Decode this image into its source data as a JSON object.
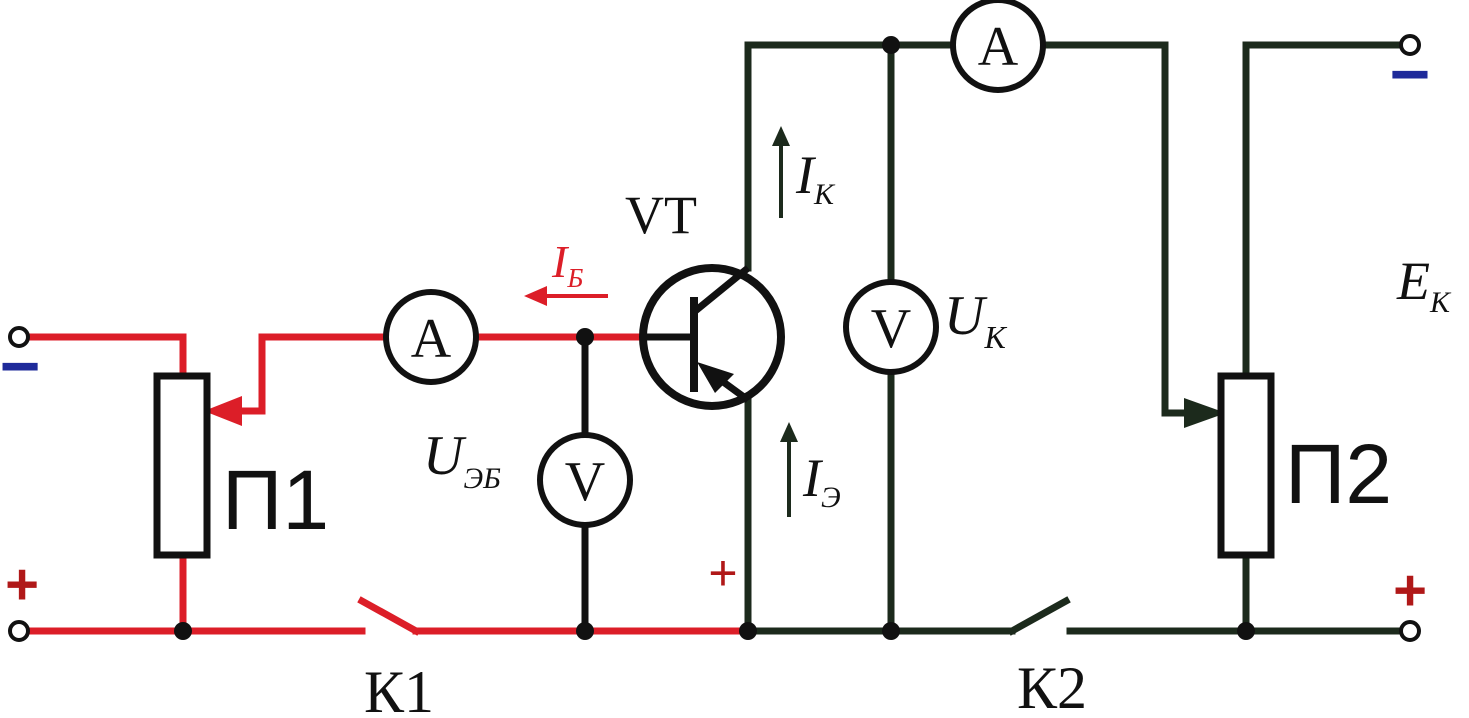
{
  "colors": {
    "base_circuit": "#dc1e28",
    "collector_circuit": "#1c2a1c",
    "negative_sign": "#1e2a9a",
    "positive_sign": "#b01818"
  },
  "left_source": {
    "minus": "−",
    "plus": "+"
  },
  "right_source": {
    "minus": "−",
    "plus": "+"
  },
  "transistor": {
    "label": "VT"
  },
  "base_current": {
    "symbol": "I",
    "subscript": "Б"
  },
  "collector_current": {
    "symbol": "I",
    "subscript": "К"
  },
  "emitter_current": {
    "symbol": "I",
    "subscript": "Э"
  },
  "emitter_plus": "+",
  "base_voltage": {
    "symbol": "U",
    "subscript": "ЭБ"
  },
  "collector_voltage": {
    "symbol": "U",
    "subscript": "К"
  },
  "source_emf": {
    "symbol": "E",
    "subscript": "К"
  },
  "meters": {
    "ammeter": "A",
    "voltmeter": "V"
  },
  "potentiometers": {
    "p1": "П1",
    "p2": "П2"
  },
  "switches": {
    "k1": "К1",
    "k2": "К2"
  }
}
